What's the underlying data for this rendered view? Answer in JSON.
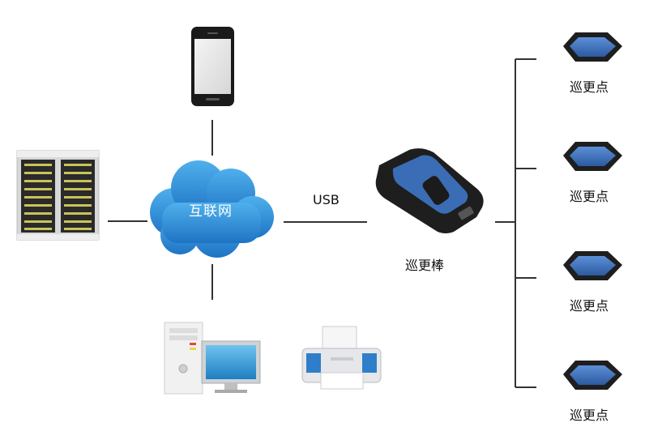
{
  "cloud_label": "互联网",
  "connection_label": "USB",
  "reader_label": "巡更棒",
  "checkpoints": [
    {
      "label": "巡更点"
    },
    {
      "label": "巡更点"
    },
    {
      "label": "巡更点"
    },
    {
      "label": "巡更点"
    }
  ],
  "colors": {
    "cloud": "#2f8fd6",
    "device_blue": "#3a6db5",
    "device_dark": "#222222",
    "line": "#333333"
  }
}
